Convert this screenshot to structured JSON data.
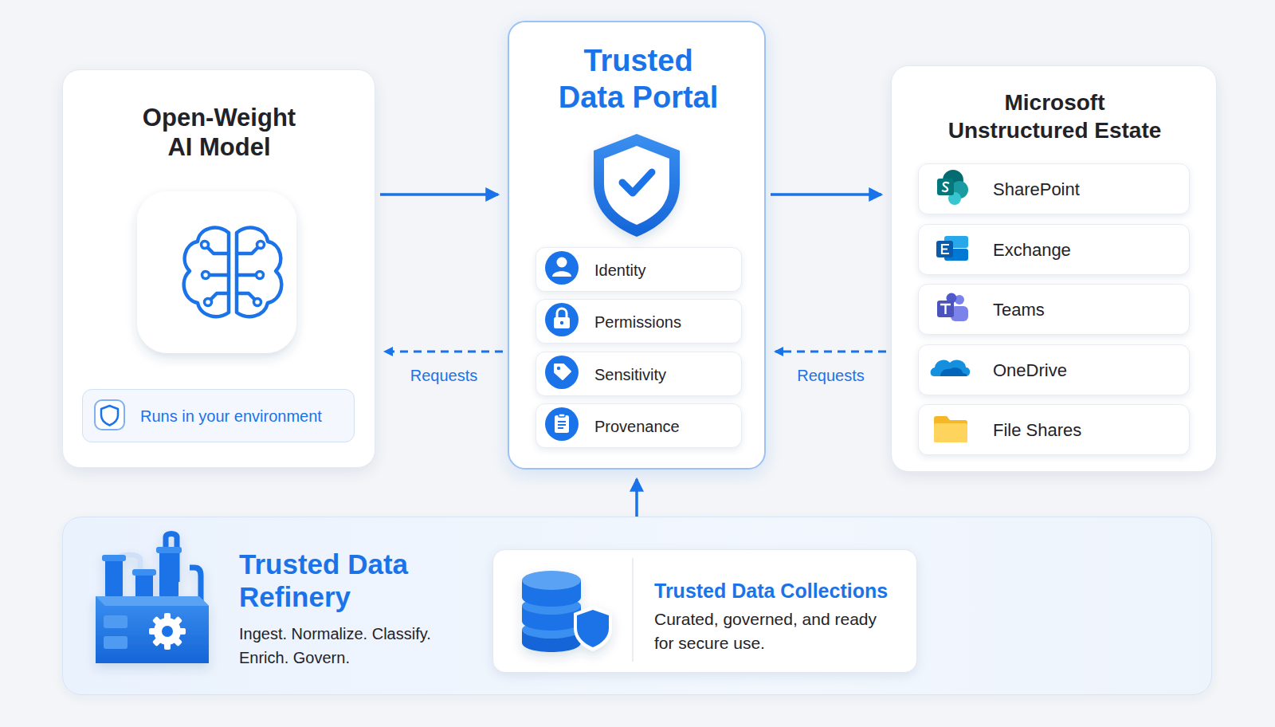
{
  "diagram": {
    "nodes": [
      {
        "text": [
          "Open-Weight AI Model"
        ]
      },
      {
        "text": [
          "Runs in your environment"
        ],
        "in": 0
      },
      {
        "text": [
          "Trusted Data Portal"
        ]
      },
      {
        "text": [
          "Identity"
        ],
        "in": 2
      },
      {
        "text": [
          "Permissions"
        ],
        "in": 2
      },
      {
        "text": [
          "Sensitivity"
        ],
        "in": 2
      },
      {
        "text": [
          "Provenance"
        ],
        "in": 2
      },
      {
        "text": [
          "Microsoft Unstructured Estate"
        ]
      },
      {
        "text": [
          "SharePoint"
        ],
        "in": 7
      },
      {
        "text": [
          "Exchange"
        ],
        "in": 7
      },
      {
        "text": [
          "Teams"
        ],
        "in": 7
      },
      {
        "text": [
          "OneDrive"
        ],
        "in": 7
      },
      {
        "text": [
          "File Shares"
        ],
        "in": 7
      },
      {
        "text": [
          "Trusted Data Refinery",
          "Ingest. Normalize. Classify. Enrich. Govern."
        ]
      },
      {
        "text": [
          "Trusted Data Collections",
          "Curated, governed, and ready for secure use."
        ],
        "in": 13
      }
    ],
    "edges": [
      {
        "from": 0,
        "to": 2,
        "arrow": "to"
      },
      {
        "from": 2,
        "to": 0,
        "arrow": "to",
        "label": "Requests"
      },
      {
        "from": 2,
        "to": 7,
        "arrow": "to"
      },
      {
        "from": 7,
        "to": 2,
        "arrow": "to",
        "label": "Requests"
      },
      {
        "from": 14,
        "to": 2,
        "arrow": "to"
      }
    ]
  }
}
